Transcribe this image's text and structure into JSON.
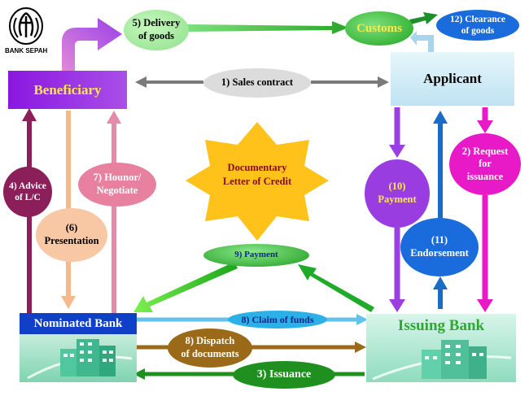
{
  "logo": {
    "text": "BANK SEPAH"
  },
  "center_title": {
    "line1": "Documentary",
    "line2": "Letter of Credit"
  },
  "parties": {
    "beneficiary": "Beneficiary",
    "applicant": "Applicant",
    "customs": "Customs",
    "nominated_bank": "Nominated Bank",
    "issuing_bank": "Issuing Bank"
  },
  "steps": {
    "s1": "1) Sales contract",
    "s2_line1": "2) Request",
    "s2_line2": "for",
    "s2_line3": "issuance",
    "s3": "3) Issuance",
    "s4_line1": "4) Advice",
    "s4_line2": "of  L/C",
    "s5_line1": "5) Delivery",
    "s5_line2": "of goods",
    "s6_line1": "(6)",
    "s6_line2": "Presentation",
    "s7_line1": "7) Hounor/",
    "s7_line2": "Negotiate",
    "s8_dispatch_line1": "8) Dispatch",
    "s8_dispatch_line2": "of documents",
    "s8_claim": "8) Claim of funds",
    "s9": "9) Payment",
    "s10_line1": "(10)",
    "s10_line2": "Payment",
    "s11_line1": "(11)",
    "s11_line2": "Endorsement",
    "s12_line1": "12) Clearance",
    "s12_line2": "of goods"
  },
  "colors": {
    "beneficiary": "#9b1fe0",
    "applicant": "#c6eaf6",
    "customs": "#2fb52f",
    "nominated_bank_title": "#1040c8",
    "issuing_bank_title": "#2fa82f",
    "star": "#ffc21a"
  }
}
